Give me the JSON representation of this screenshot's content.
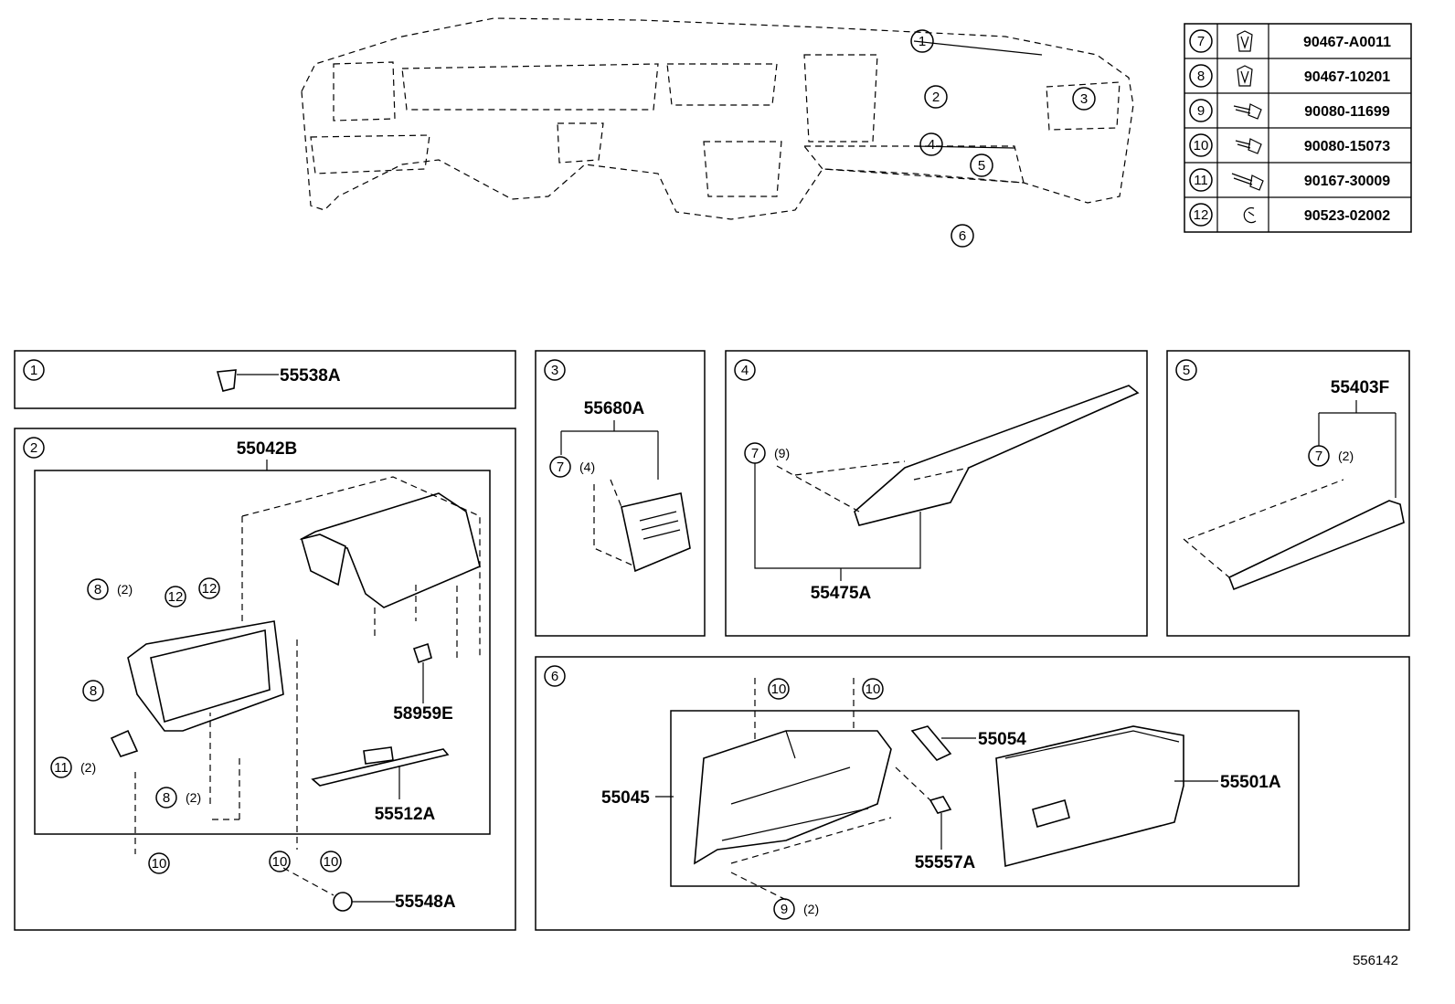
{
  "diagram_id": "556142",
  "callouts": {
    "c1": "1",
    "c2": "2",
    "c3": "3",
    "c4": "4",
    "c5": "5",
    "c6": "6",
    "c7": "7",
    "c8": "8",
    "c9": "9",
    "c10": "10",
    "c11": "11",
    "c12": "12"
  },
  "fastener_table": [
    {
      "ref": "7",
      "part": "90467-A0011",
      "icon": "clip-icon"
    },
    {
      "ref": "8",
      "part": "90467-10201",
      "icon": "clip-icon"
    },
    {
      "ref": "9",
      "part": "90080-11699",
      "icon": "screw-icon"
    },
    {
      "ref": "10",
      "part": "90080-15073",
      "icon": "screw-icon"
    },
    {
      "ref": "11",
      "part": "90167-30009",
      "icon": "screw-icon"
    },
    {
      "ref": "12",
      "part": "90523-02002",
      "icon": "nut-icon"
    }
  ],
  "panels": {
    "p1": {
      "part": "55538A"
    },
    "p2": {
      "assembly": "55042B",
      "part_58959E": "58959E",
      "part_55512A": "55512A",
      "part_55548A": "55548A",
      "qty_8a": "(2)",
      "qty_8b": "(2)",
      "qty_11": "(2)"
    },
    "p3": {
      "part": "55680A",
      "qty_7": "(4)"
    },
    "p4": {
      "part": "55475A",
      "qty_7": "(9)"
    },
    "p5": {
      "part": "55403F",
      "qty_7": "(2)"
    },
    "p6": {
      "part_55045": "55045",
      "part_55054": "55054",
      "part_55501A": "55501A",
      "part_55557A": "55557A",
      "qty_9": "(2)"
    }
  }
}
